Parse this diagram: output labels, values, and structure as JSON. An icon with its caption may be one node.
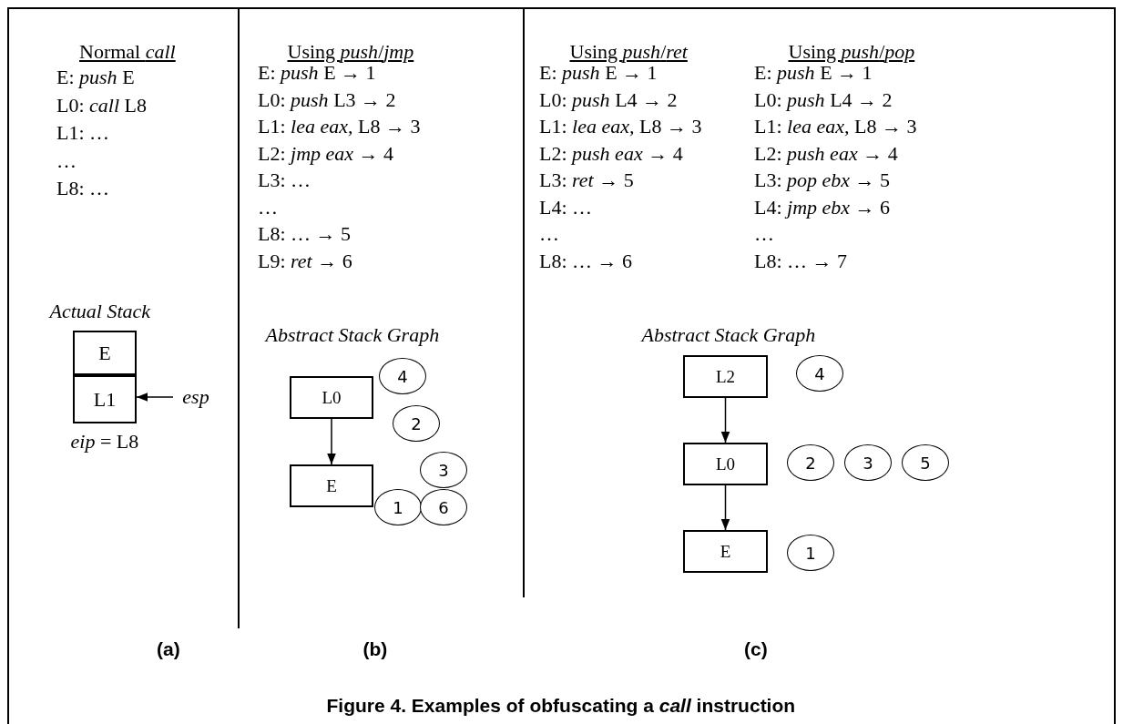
{
  "diagram": {
    "caption": "Figure 4. Examples of obfuscating a *call* instruction",
    "nodes": [
      {
        "text": [
          "E"
        ]
      },
      {
        "text": [
          "L1"
        ]
      },
      {
        "text": [
          "esp"
        ]
      },
      {
        "text": [
          "L0"
        ]
      },
      {
        "text": [
          "E"
        ]
      },
      {
        "text": [
          "4"
        ]
      },
      {
        "text": [
          "2"
        ]
      },
      {
        "text": [
          "3"
        ]
      },
      {
        "text": [
          "1"
        ]
      },
      {
        "text": [
          "6"
        ]
      },
      {
        "text": [
          "L2"
        ]
      },
      {
        "text": [
          "L0"
        ]
      },
      {
        "text": [
          "E"
        ]
      },
      {
        "text": [
          "4"
        ]
      },
      {
        "text": [
          "2"
        ]
      },
      {
        "text": [
          "3"
        ]
      },
      {
        "text": [
          "5"
        ]
      },
      {
        "text": [
          "1"
        ]
      }
    ],
    "edges": [
      {
        "from": 2,
        "to": 1,
        "arrow": "to"
      },
      {
        "from": 3,
        "to": 4,
        "arrow": "to"
      },
      {
        "from": 10,
        "to": 11,
        "arrow": "to"
      },
      {
        "from": 11,
        "to": 12,
        "arrow": "to"
      }
    ],
    "labels": [
      "Normal *call*",
      "E: *push* E",
      "L0: *call* L8",
      "L1: …",
      "…",
      "L8: …",
      "Actual Stack",
      "*eip* = L8",
      "Using *push*/*jmp*",
      "E: *push* E → 1",
      "L0: *push* L3 → 2",
      "L1: *lea eax,* L8 → 3",
      "L2: *jmp eax* → 4",
      "L3: …",
      "…",
      "L8: … → 5",
      "L9: *ret* → 6",
      "Abstract Stack Graph",
      "Using *push*/*ret*",
      "E: *push* E → 1",
      "L0: *push* L4 → 2",
      "L1: *lea eax,* L8 → 3",
      "L2: *push eax* → 4",
      "L3: *ret* → 5",
      "L4: …",
      "…",
      "L8: … → 6",
      "Using *push*/*pop*",
      "E: *push* E → 1",
      "L0: *push* L4 → 2",
      "L1: *lea eax,* L8 → 3",
      "L2: *push eax* → 4",
      "L3: *pop ebx* → 5",
      "L4: *jmp ebx* → 6",
      "…",
      "L8: … → 7",
      "Abstract Stack Graph",
      "(a)",
      "(b)",
      "(c)"
    ]
  }
}
